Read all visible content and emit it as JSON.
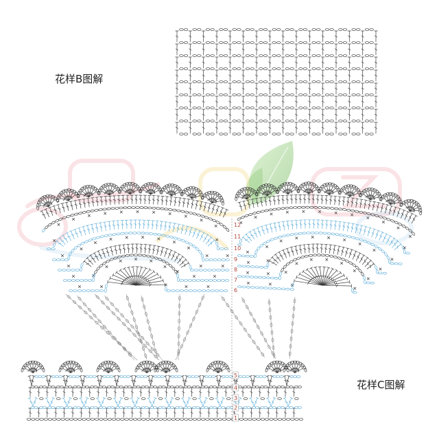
{
  "pattern_b": {
    "title": "花样B图解"
  },
  "pattern_c": {
    "title": "花样C图解",
    "rows_lower": [
      "1",
      "2",
      "3",
      "4",
      "5"
    ],
    "rows_upper": [
      "6",
      "7",
      "8",
      "9",
      "10",
      "11",
      "12"
    ]
  },
  "colors": {
    "stitch": "#3a3a3a",
    "highlight": "#62afd9",
    "guide": "#8d8d8d",
    "row_number": "#b0473c",
    "background": "#ffffff"
  },
  "icons": {
    "watermark": "watermark-logo"
  }
}
